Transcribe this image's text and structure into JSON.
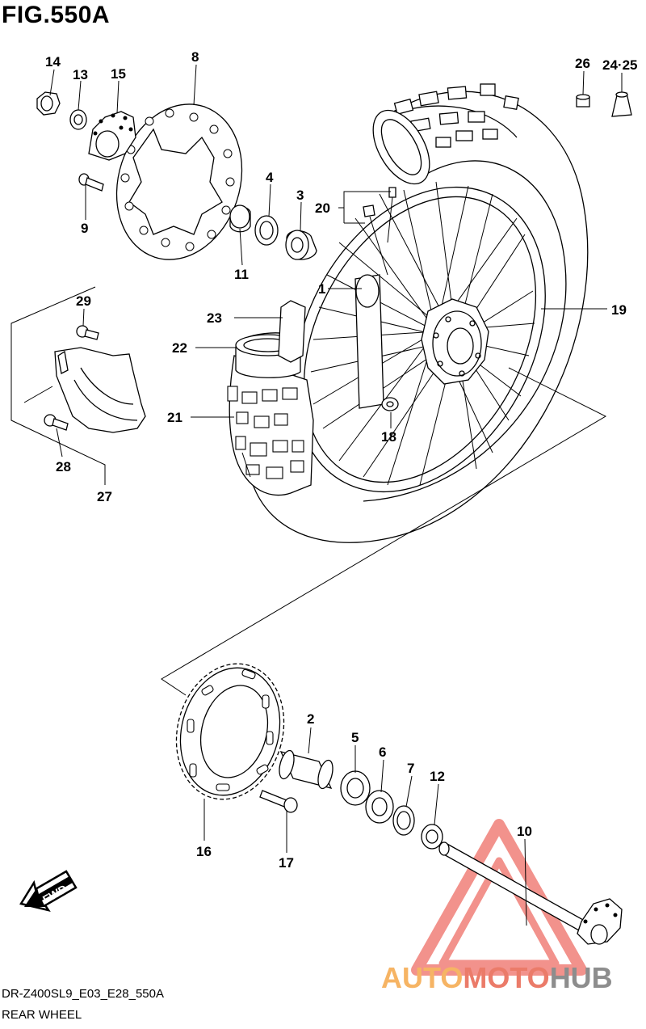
{
  "figure": {
    "title": "FIG.550A",
    "code": "DR-Z400SL9_E03_E28_550A",
    "name": "REAR WHEEL"
  },
  "direction_badge": "FWD",
  "watermark": {
    "part1": "AUTO",
    "part2": "MOTO",
    "part3": "HUB",
    "colors": {
      "auto": "#f5a74a",
      "moto": "#e8654f",
      "hub": "#7a7a7a",
      "triangle": "#f08078"
    }
  },
  "callouts": {
    "c1": "1",
    "c2": "2",
    "c3": "3",
    "c4": "4",
    "c5": "5",
    "c6": "6",
    "c7": "7",
    "c8": "8",
    "c9": "9",
    "c10": "10",
    "c11": "11",
    "c12": "12",
    "c13": "13",
    "c14": "14",
    "c15": "15",
    "c16": "16",
    "c17": "17",
    "c18": "18",
    "c19": "19",
    "c20": "20",
    "c21": "21",
    "c22": "22",
    "c23": "23",
    "c24_25": "24·25",
    "c26": "26",
    "c27": "27",
    "c28": "28",
    "c29": "29"
  }
}
